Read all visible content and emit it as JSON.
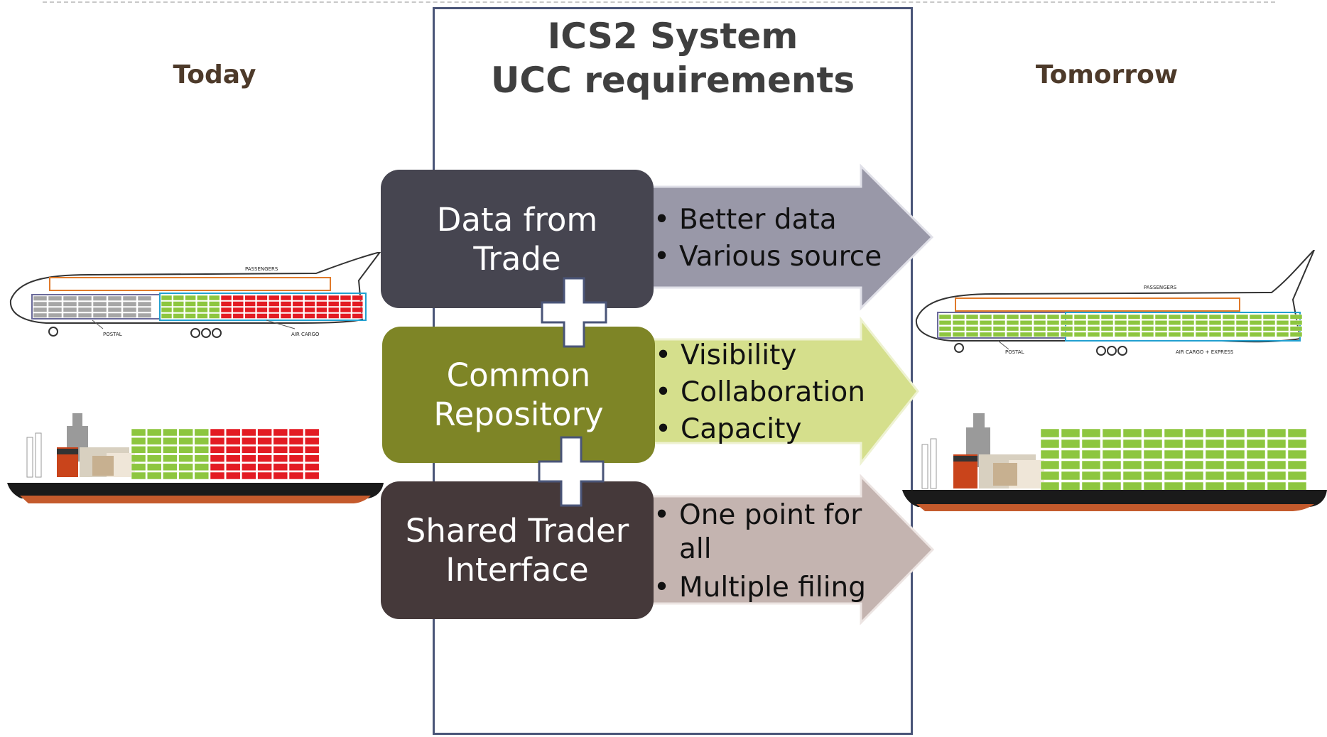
{
  "header": {
    "title_line1": "ICS2 System",
    "title_line2": "UCC requirements"
  },
  "labels": {
    "today": "Today",
    "tomorrow": "Tomorrow"
  },
  "plane_labels": {
    "passengers": "PASSENGERS",
    "postal": "POSTAL",
    "air_cargo": "AIR CARGO",
    "air_cargo_express": "AIR CARGO + EXPRESS"
  },
  "pillars": [
    {
      "line1": "Data from",
      "line2": "Trade",
      "bullets": [
        "Better data",
        "Various source"
      ],
      "box_color": "#464550",
      "arrow_color": "#9998a8"
    },
    {
      "line1": "Common",
      "line2": "Repository",
      "bullets": [
        "Visibility",
        "Collaboration",
        "Capacity"
      ],
      "box_color": "#7e8526",
      "arrow_color": "#d5df8c"
    },
    {
      "line1": "Shared Trader",
      "line2": "Interface",
      "bullets": [
        "One point for all",
        "Multiple filing"
      ],
      "box_color": "#45393a",
      "arrow_color": "#c4b4b0"
    }
  ],
  "colors": {
    "frame": "#4a5578",
    "container_green": "#8dc63f",
    "container_red": "#e31b23",
    "container_grey": "#a6a6a6"
  },
  "icons": [
    "plus-icon",
    "airplane-icon",
    "cargo-ship-icon",
    "arrow-right-icon"
  ]
}
